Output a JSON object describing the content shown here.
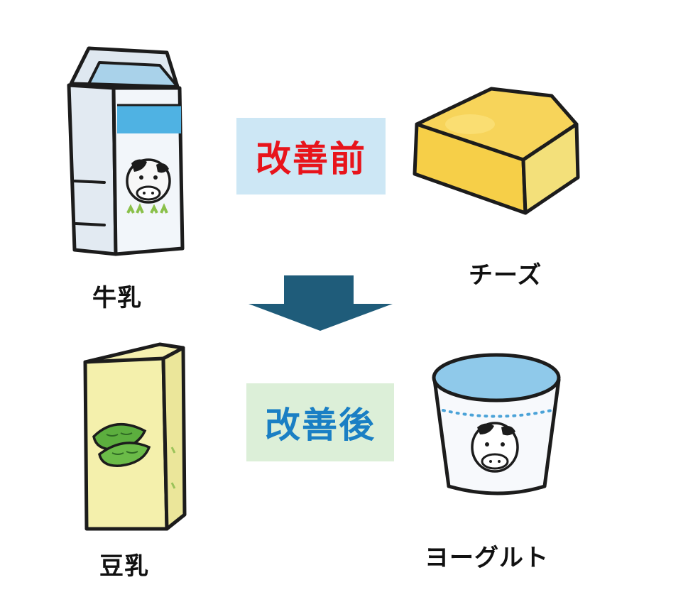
{
  "labels": {
    "before": "改善前",
    "after": "改善後"
  },
  "items": {
    "milk": "牛乳",
    "cheese": "チーズ",
    "soy_milk": "豆乳",
    "yogurt": "ヨーグルト"
  },
  "colors": {
    "before_text": "#e8141b",
    "before_bg": "#cde7f5",
    "after_text": "#1a7fc4",
    "after_bg": "#dcefd8",
    "arrow": "#1f5c7a"
  },
  "icons": {
    "milk": "milk-carton-icon",
    "cheese": "cheese-wedge-icon",
    "soy_milk": "soy-milk-carton-icon",
    "yogurt": "yogurt-cup-icon",
    "arrow": "arrow-down-icon"
  }
}
